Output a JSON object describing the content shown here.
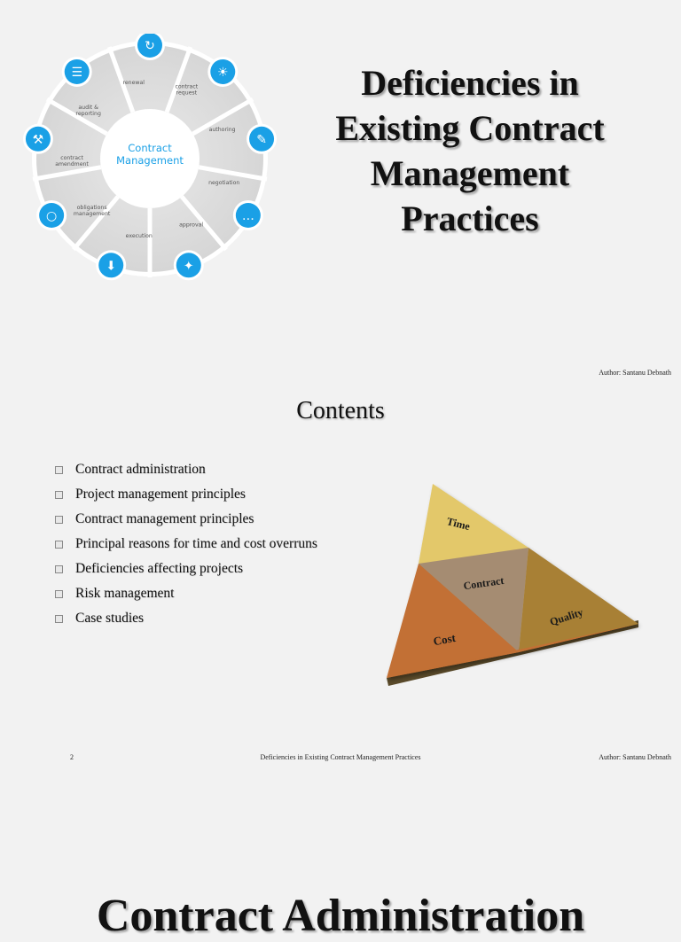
{
  "slide1": {
    "title_lines": [
      "Deficiencies in",
      "Existing Contract",
      "Management",
      "Practices"
    ],
    "wheel": {
      "center_line1": "Contract",
      "center_line2": "Management",
      "segments": [
        {
          "label1": "contract",
          "label2": "request",
          "icon": "lightbulb-icon"
        },
        {
          "label1": "authoring",
          "label2": "",
          "icon": "pen-icon"
        },
        {
          "label1": "negotiation",
          "label2": "",
          "icon": "chat-icon"
        },
        {
          "label1": "approval",
          "label2": "",
          "icon": "handshake-icon"
        },
        {
          "label1": "execution",
          "label2": "",
          "icon": "download-icon"
        },
        {
          "label1": "obligations",
          "label2": "management",
          "icon": "magnifier-icon"
        },
        {
          "label1": "contract",
          "label2": "amendment",
          "icon": "wrench-icon"
        },
        {
          "label1": "audit &",
          "label2": "reporting",
          "icon": "checklist-icon"
        },
        {
          "label1": "renewal",
          "label2": "",
          "icon": "refresh-icon"
        }
      ],
      "accent_color": "#1aa0e6"
    },
    "author": "Author: Santanu Debnath"
  },
  "slide2": {
    "title": "Contents",
    "items": [
      "Contract administration",
      "Project management principles",
      "Contract management principles",
      "Principal reasons for time and cost overruns",
      "Deficiencies affecting projects",
      "Risk management",
      "Case studies"
    ],
    "pyramid": {
      "top": "Time",
      "center": "Contract",
      "left": "Cost",
      "right": "Quality",
      "colors": {
        "top": "#e3c86a",
        "center": "#a58c72",
        "left": "#c26f34",
        "right": "#a88035"
      }
    },
    "footer": {
      "page_number": "2",
      "center": "Deficiencies in Existing Contract Management Practices",
      "author": "Author: Santanu Debnath"
    }
  },
  "slide3": {
    "title": "Contract Administration"
  }
}
